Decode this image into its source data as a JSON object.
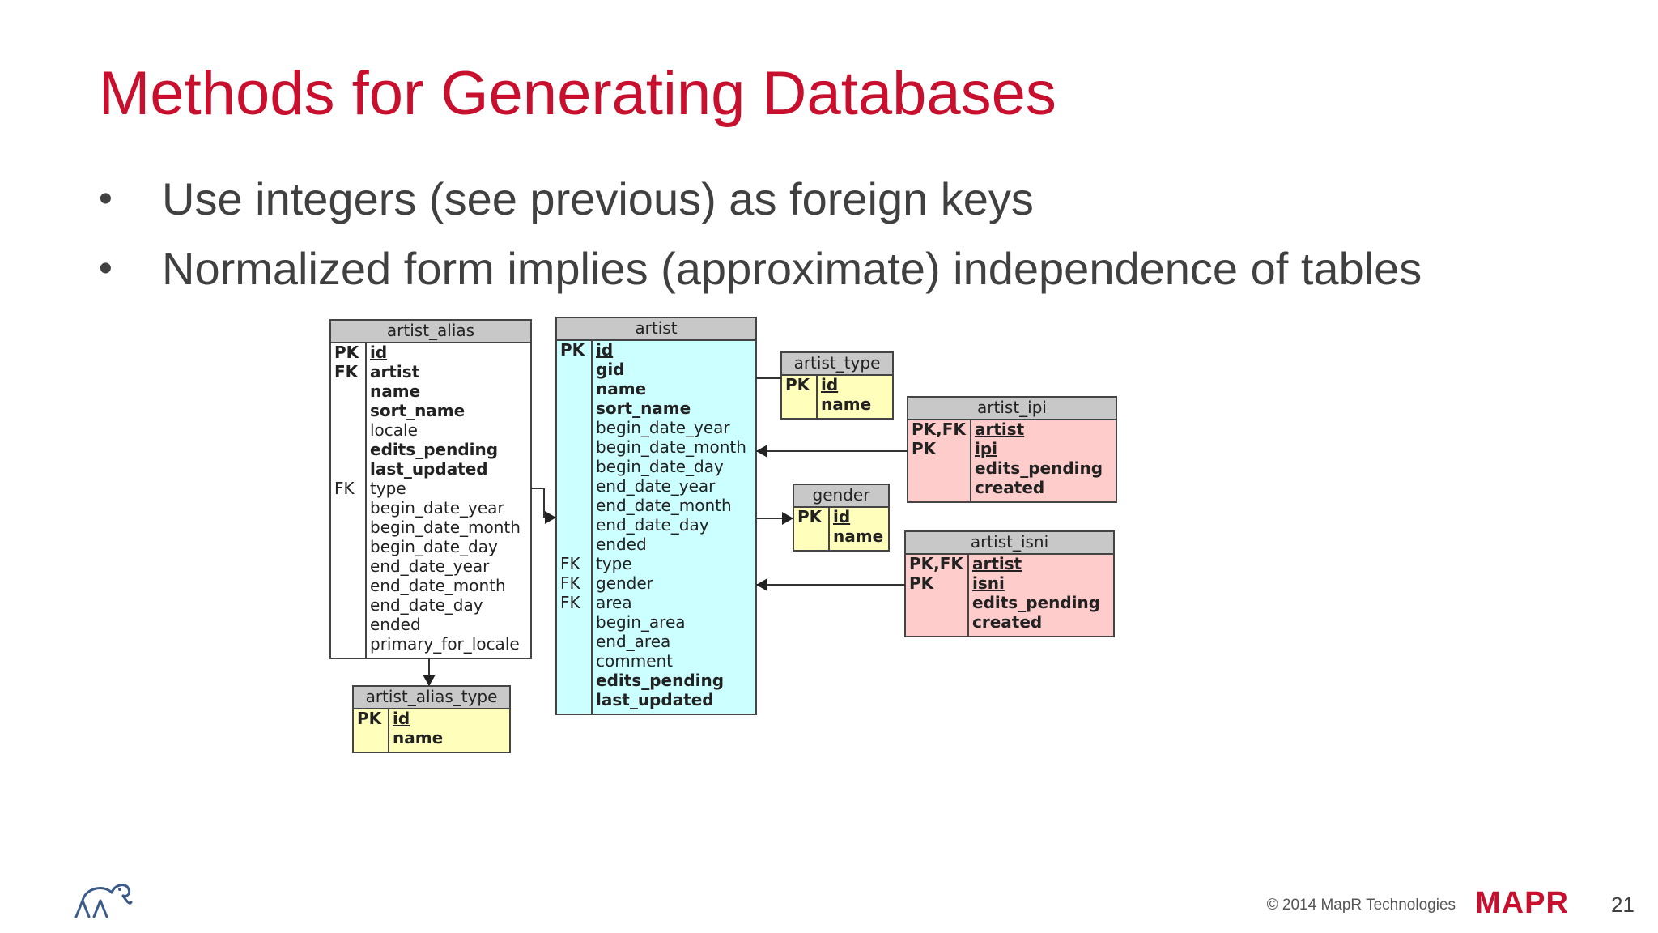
{
  "slide": {
    "title": "Methods for Generating Databases",
    "bullets": [
      "Use integers (see previous) as foreign keys",
      "Normalized form implies (approximate) independence of tables"
    ],
    "footer": {
      "copyright": "© 2014 MapR Technologies",
      "brand": "MAPR",
      "page_number": "21"
    }
  },
  "diagram": {
    "tables": [
      {
        "name": "artist_alias",
        "color": "#ffffff",
        "rows": [
          {
            "key": "PK",
            "field": "id",
            "bold": true,
            "underline": true
          },
          {
            "key": "FK",
            "field": "artist",
            "bold": true
          },
          {
            "key": "",
            "field": "name",
            "bold": true
          },
          {
            "key": "",
            "field": "sort_name",
            "bold": true
          },
          {
            "key": "",
            "field": "locale"
          },
          {
            "key": "",
            "field": "edits_pending",
            "bold": true
          },
          {
            "key": "",
            "field": "last_updated",
            "bold": true
          },
          {
            "key": "FK",
            "field": "type"
          },
          {
            "key": "",
            "field": "begin_date_year"
          },
          {
            "key": "",
            "field": "begin_date_month"
          },
          {
            "key": "",
            "field": "begin_date_day"
          },
          {
            "key": "",
            "field": "end_date_year"
          },
          {
            "key": "",
            "field": "end_date_month"
          },
          {
            "key": "",
            "field": "end_date_day"
          },
          {
            "key": "",
            "field": "ended"
          },
          {
            "key": "",
            "field": "primary_for_locale"
          }
        ]
      },
      {
        "name": "artist",
        "color": "#ccffff",
        "rows": [
          {
            "key": "PK",
            "field": "id",
            "bold": true,
            "underline": true
          },
          {
            "key": "",
            "field": "gid",
            "bold": true
          },
          {
            "key": "",
            "field": "name",
            "bold": true
          },
          {
            "key": "",
            "field": "sort_name",
            "bold": true
          },
          {
            "key": "",
            "field": "begin_date_year"
          },
          {
            "key": "",
            "field": "begin_date_month"
          },
          {
            "key": "",
            "field": "begin_date_day"
          },
          {
            "key": "",
            "field": "end_date_year"
          },
          {
            "key": "",
            "field": "end_date_month"
          },
          {
            "key": "",
            "field": "end_date_day"
          },
          {
            "key": "",
            "field": "ended"
          },
          {
            "key": "FK",
            "field": "type"
          },
          {
            "key": "FK",
            "field": "gender"
          },
          {
            "key": "FK",
            "field": "area"
          },
          {
            "key": "",
            "field": "begin_area"
          },
          {
            "key": "",
            "field": "end_area"
          },
          {
            "key": "",
            "field": "comment"
          },
          {
            "key": "",
            "field": "edits_pending",
            "bold": true
          },
          {
            "key": "",
            "field": "last_updated",
            "bold": true
          }
        ]
      },
      {
        "name": "artist_type",
        "color": "#ffffbb",
        "rows": [
          {
            "key": "PK",
            "field": "id",
            "bold": true,
            "underline": true
          },
          {
            "key": "",
            "field": "name",
            "bold": true
          }
        ]
      },
      {
        "name": "gender",
        "color": "#ffffbb",
        "rows": [
          {
            "key": "PK",
            "field": "id",
            "bold": true,
            "underline": true
          },
          {
            "key": "",
            "field": "name",
            "bold": true
          }
        ]
      },
      {
        "name": "artist_ipi",
        "color": "#ffcccc",
        "rows": [
          {
            "key": "PK,FK",
            "field": "artist",
            "bold": true,
            "underline": true
          },
          {
            "key": "PK",
            "field": "ipi",
            "bold": true,
            "underline": true
          },
          {
            "key": "",
            "field": "edits_pending",
            "bold": true
          },
          {
            "key": "",
            "field": "created",
            "bold": true
          }
        ]
      },
      {
        "name": "artist_isni",
        "color": "#ffcccc",
        "rows": [
          {
            "key": "PK,FK",
            "field": "artist",
            "bold": true,
            "underline": true
          },
          {
            "key": "PK",
            "field": "isni",
            "bold": true,
            "underline": true
          },
          {
            "key": "",
            "field": "edits_pending",
            "bold": true
          },
          {
            "key": "",
            "field": "created",
            "bold": true
          }
        ]
      },
      {
        "name": "artist_alias_type",
        "color": "#ffffbb",
        "rows": [
          {
            "key": "PK",
            "field": "id",
            "bold": true,
            "underline": true
          },
          {
            "key": "",
            "field": "name",
            "bold": true
          }
        ]
      }
    ]
  }
}
